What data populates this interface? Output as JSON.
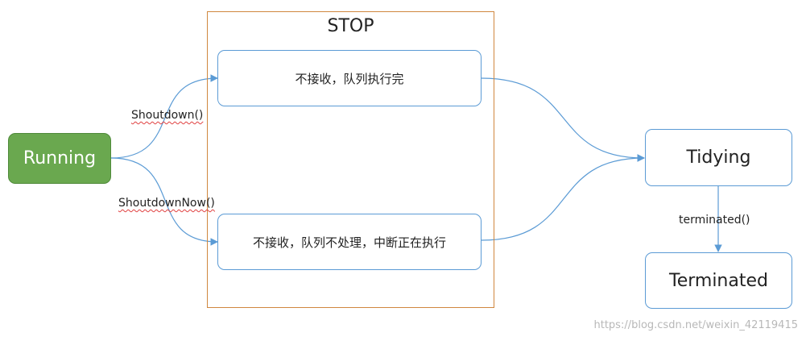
{
  "stop_group": {
    "title": "STOP"
  },
  "nodes": {
    "running": "Running",
    "stop_shutdown": "不接收，队列执行完",
    "stop_shutdown_now": "不接收，队列不处理，中断正在执行",
    "tidying": "Tidying",
    "terminated": "Terminated"
  },
  "edges": {
    "shutdown": "Shoutdown()",
    "shutdown_now": "ShoutdownNow()",
    "terminated": "terminated()"
  },
  "watermark": "https://blog.csdn.net/weixin_42119415",
  "colors": {
    "running_fill": "#6aa84f",
    "node_border": "#5b9bd5",
    "edge": "#5b9bd5",
    "stop_border": "#d0873f"
  }
}
